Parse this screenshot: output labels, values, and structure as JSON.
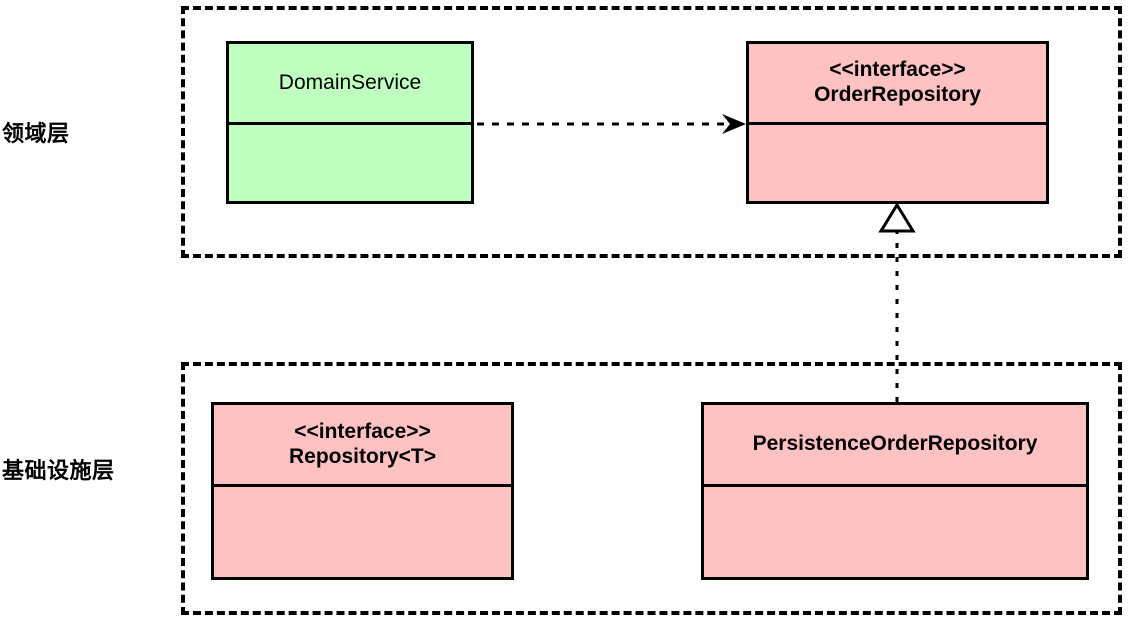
{
  "diagram": {
    "type": "uml-class-diagram",
    "background": "#ffffff",
    "layers": [
      {
        "id": "domain",
        "label": "领域层",
        "border_style": "dashed",
        "border_color": "#000000"
      },
      {
        "id": "infrastructure",
        "label": "基础设施层",
        "border_style": "dashed",
        "border_color": "#000000"
      }
    ],
    "classes": [
      {
        "id": "domain-service",
        "layer": "domain",
        "stereotype": "",
        "name": "DomainService",
        "fill": "#bfffbf",
        "border": "#000000",
        "bold": false
      },
      {
        "id": "order-repository",
        "layer": "domain",
        "stereotype": "<<interface>>",
        "name": "OrderRepository",
        "fill": "#ffc2c2",
        "border": "#000000",
        "bold": true
      },
      {
        "id": "repository-t",
        "layer": "infrastructure",
        "stereotype": "<<interface>>",
        "name": "Repository<T>",
        "fill": "#ffc2c2",
        "border": "#000000",
        "bold": true
      },
      {
        "id": "persistence-order-repository",
        "layer": "infrastructure",
        "stereotype": "",
        "name": "PersistenceOrderRepository",
        "fill": "#ffc2c2",
        "border": "#000000",
        "bold": true
      }
    ],
    "connectors": [
      {
        "id": "dependency-domainservice-orderrepository",
        "from": "domain-service",
        "to": "order-repository",
        "kind": "dependency",
        "line": "dashed",
        "arrowhead": "open-filled"
      },
      {
        "id": "realization-persistence-orderrepository",
        "from": "persistence-order-repository",
        "to": "order-repository",
        "kind": "realization",
        "line": "dotted",
        "arrowhead": "hollow-triangle"
      },
      {
        "id": "dependency-persistence-repositoryt",
        "from": "persistence-order-repository",
        "to": "repository-t",
        "kind": "dependency",
        "line": "dashed",
        "arrowhead": "open-filled"
      }
    ]
  }
}
